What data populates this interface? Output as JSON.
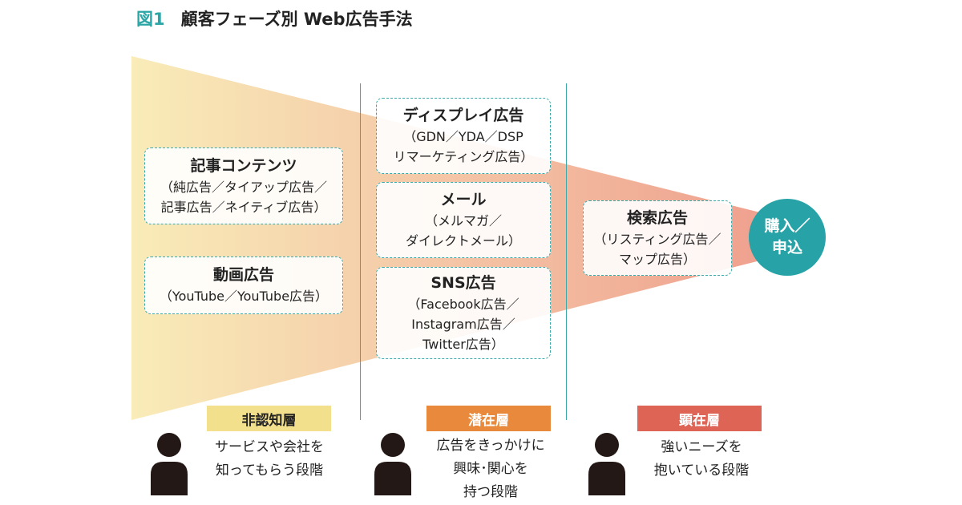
{
  "header": {
    "figure_number": "図1",
    "title": "顧客フェーズ別 Web広告手法"
  },
  "colors": {
    "accent_teal": "#2ba6a6",
    "funnel_light": "#f9ecb8",
    "funnel_dark": "#efa08e",
    "unaware_badge": "#f3e08c",
    "latent_badge": "#e8893b",
    "overt_badge": "#de6456",
    "person_icon": "#231815"
  },
  "boxes": {
    "article": {
      "title": "記事コンテンツ",
      "lines": [
        "（純広告／タイアップ広告／",
        "記事広告／ネイティブ広告）"
      ]
    },
    "video": {
      "title": "動画広告",
      "lines": [
        "（YouTube／YouTube広告）"
      ]
    },
    "display": {
      "title": "ディスプレイ広告",
      "lines": [
        "（GDN／YDA／DSP",
        "リマーケティング広告）"
      ]
    },
    "mail": {
      "title": "メール",
      "lines": [
        "（メルマガ／",
        "ダイレクトメール）"
      ]
    },
    "sns": {
      "title": "SNS広告",
      "lines": [
        "（Facebook広告／",
        "Instagram広告／",
        "Twitter広告）"
      ]
    },
    "search": {
      "title": "検索広告",
      "lines": [
        "（リスティング広告／",
        "マップ広告）"
      ]
    }
  },
  "goal": {
    "lines": [
      "購入／",
      "申込"
    ]
  },
  "stages": [
    {
      "label": "非認知層",
      "lines": [
        "サービスや会社を",
        "知ってもらう段階"
      ],
      "icon": "person-icon"
    },
    {
      "label": "潜在層",
      "lines": [
        "広告をきっかけに",
        "興味･関心を",
        "持つ段階"
      ],
      "icon": "person-icon"
    },
    {
      "label": "顕在層",
      "lines": [
        "強いニーズを",
        "抱いている段階"
      ],
      "icon": "person-icon"
    }
  ]
}
